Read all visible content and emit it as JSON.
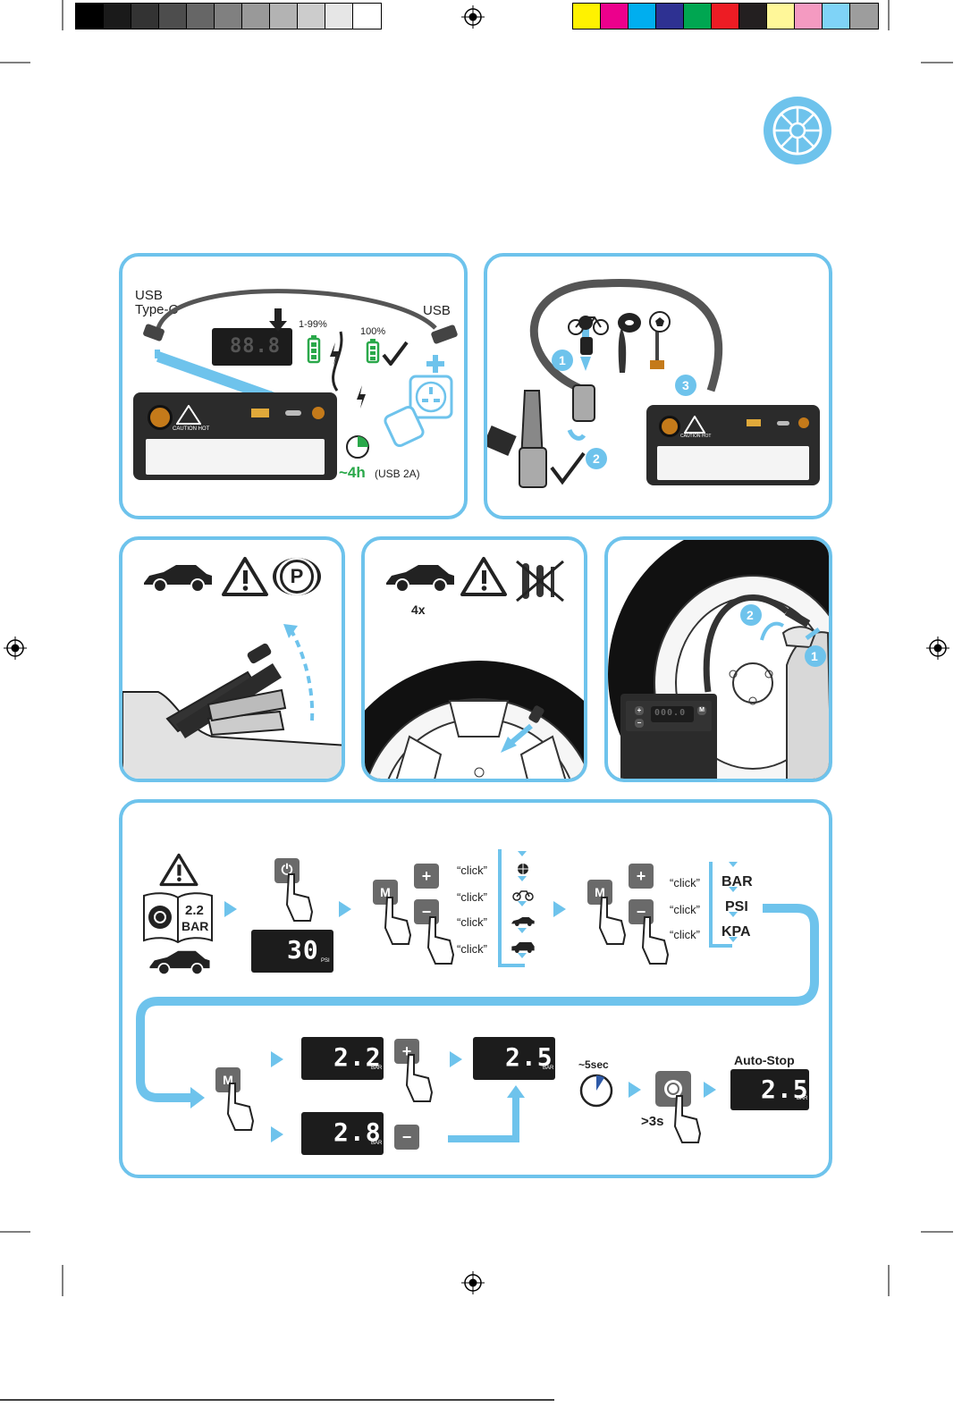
{
  "colors": {
    "accent": "#6ec3ec",
    "green": "#2aa84a",
    "dark": "#2b2b2b"
  },
  "color_bar": {
    "grays": [
      "#000000",
      "#1a1a1a",
      "#333333",
      "#4d4d4d",
      "#666666",
      "#808080",
      "#999999",
      "#b3b3b3",
      "#cccccc",
      "#e6e6e6",
      "#ffffff"
    ],
    "process": [
      "#fff200",
      "#ec008c",
      "#00aeef",
      "#2e3192",
      "#00a651",
      "#ed1c24",
      "#231f20",
      "#fff799",
      "#f49ac1",
      "#7fd3f7",
      "#9d9d9d"
    ]
  },
  "charge_panel": {
    "usb_c_label": "USB\nType-C",
    "usb_label": "USB",
    "percent_partial": "1-99%",
    "percent_full": "100%",
    "lcd_digits": "88.8",
    "caution": "CAUTION HOT",
    "time": "~4h",
    "time_note": "(USB 2A)"
  },
  "adapter_panel": {
    "steps": [
      "1",
      "2",
      "3"
    ],
    "caution": "CAUTION HOT"
  },
  "park_panel": {
    "parking_symbol": "P"
  },
  "tyre_panel": {
    "count": "4x"
  },
  "connect_panel": {
    "steps": [
      "1",
      "2"
    ],
    "lcd_digits": "000.0"
  },
  "mode_panel": {
    "book_pressure": "2.2",
    "book_unit": "BAR",
    "lcd_start": "30",
    "lcd_start_unit": "PSI",
    "clicks": [
      "“click”",
      "“click”",
      "“click”",
      "“click”"
    ],
    "unit_clicks": [
      "“click”",
      "“click”",
      "“click”"
    ],
    "units": [
      "BAR",
      "PSI",
      "KPA"
    ],
    "m_label": "M",
    "plus": "+",
    "minus": "−",
    "lcd_22": "2.2",
    "lcd_28": "2.8",
    "lcd_25": "2.5",
    "lcd_unit": "BAR",
    "wait": "~5sec",
    "hold": ">3s",
    "auto_stop": "Auto-Stop",
    "lcd_final": "2.5"
  }
}
